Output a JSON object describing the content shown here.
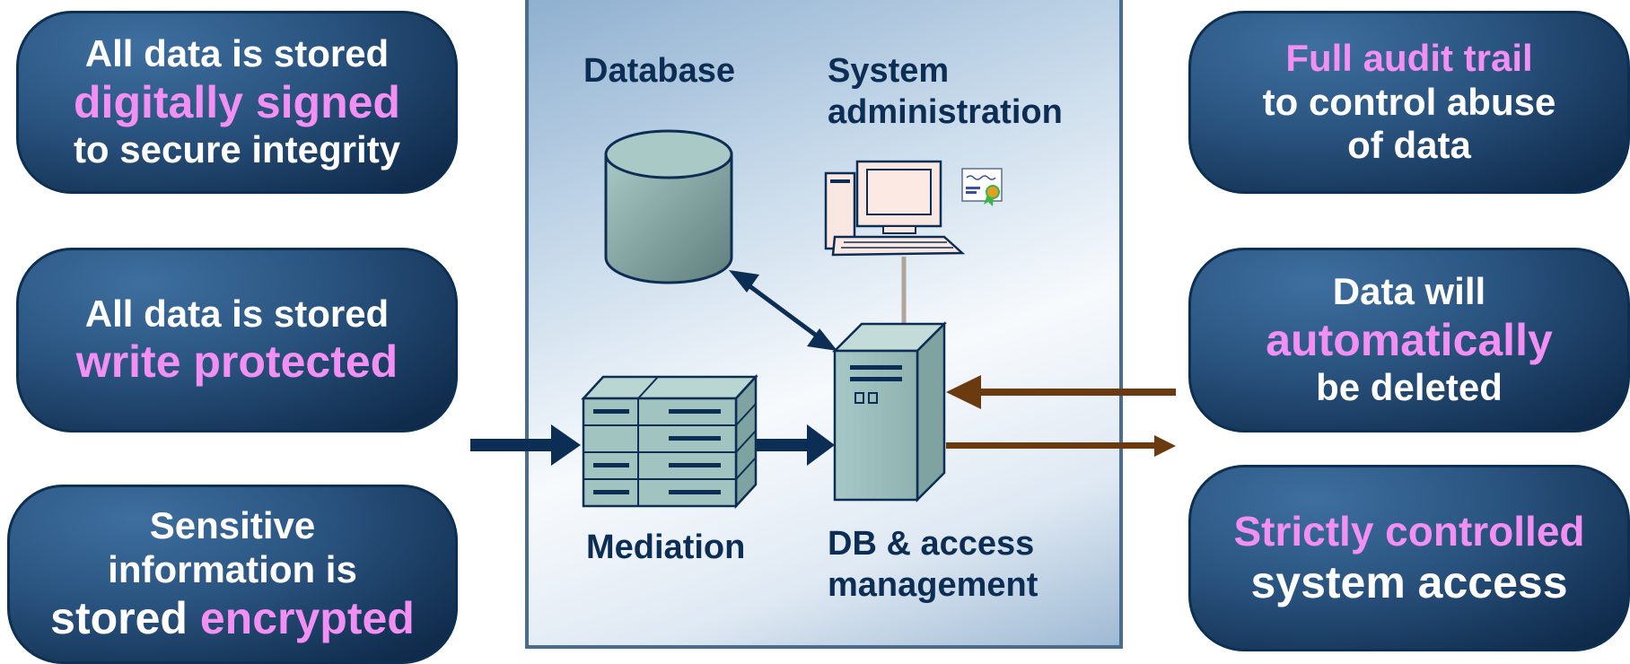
{
  "left_boxes": [
    {
      "lines": [
        {
          "segments": [
            {
              "text": "All data is stored",
              "highlight": false
            }
          ]
        },
        {
          "segments": [
            {
              "text": "digitally signed",
              "highlight": true
            }
          ]
        },
        {
          "segments": [
            {
              "text": "to secure integrity",
              "highlight": false
            }
          ]
        }
      ]
    },
    {
      "lines": [
        {
          "segments": [
            {
              "text": "All data is stored",
              "highlight": false
            }
          ]
        },
        {
          "segments": [
            {
              "text": "write protected",
              "highlight": true
            }
          ]
        }
      ]
    },
    {
      "lines": [
        {
          "segments": [
            {
              "text": "Sensitive",
              "highlight": false
            }
          ]
        },
        {
          "segments": [
            {
              "text": "information is",
              "highlight": false
            }
          ]
        },
        {
          "segments": [
            {
              "text": "stored ",
              "highlight": false
            },
            {
              "text": "encrypted",
              "highlight": true
            }
          ]
        }
      ]
    }
  ],
  "right_boxes": [
    {
      "lines": [
        {
          "segments": [
            {
              "text": "Full audit trail",
              "highlight": true
            }
          ]
        },
        {
          "segments": [
            {
              "text": "to control abuse",
              "highlight": false
            }
          ]
        },
        {
          "segments": [
            {
              "text": "of data",
              "highlight": false
            }
          ]
        }
      ]
    },
    {
      "lines": [
        {
          "segments": [
            {
              "text": "Data will",
              "highlight": false
            }
          ]
        },
        {
          "segments": [
            {
              "text": "automatically",
              "highlight": true
            }
          ]
        },
        {
          "segments": [
            {
              "text": "be deleted",
              "highlight": false
            }
          ]
        }
      ]
    },
    {
      "lines": [
        {
          "segments": [
            {
              "text": "Strictly controlled",
              "highlight": true
            }
          ]
        },
        {
          "segments": [
            {
              "text": "system access",
              "highlight": false
            }
          ]
        }
      ]
    }
  ],
  "center": {
    "database_label": "Database",
    "sysadmin_label_1": "System",
    "sysadmin_label_2": "administration",
    "mediation_label": "Mediation",
    "dbaccess_label_1": "DB & access",
    "dbaccess_label_2": "management"
  },
  "colors": {
    "highlight": "#f28ff2",
    "box_fill": "#2a5480",
    "navy_arrow": "#0c2e54",
    "brown_arrow": "#6b3a0f",
    "device_fill": "#9fc2c0"
  },
  "icons": [
    "database-icon",
    "computer-icon",
    "certificate-icon",
    "mediation-rack-icon",
    "server-tower-icon"
  ]
}
